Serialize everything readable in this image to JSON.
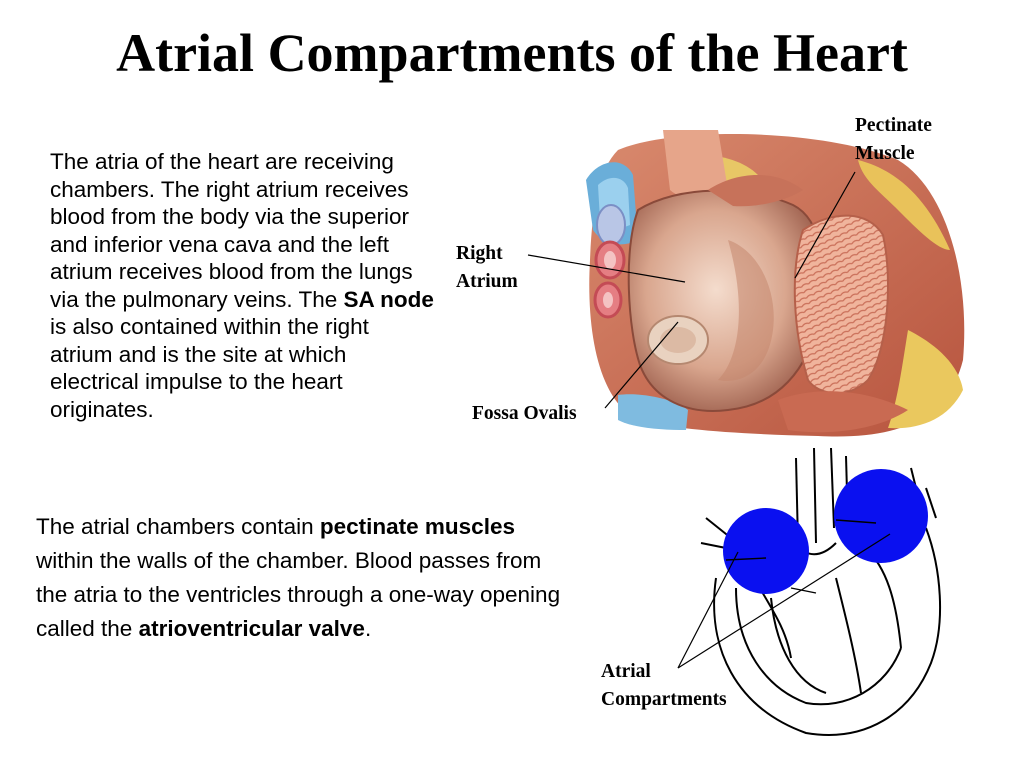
{
  "title": "Atrial Compartments of the Heart",
  "paragraph1": {
    "before": "The atria of the heart are receiving chambers. The right atrium receives blood from the body via the superior and inferior vena cava and the left atrium receives blood from the lungs via the pulmonary veins. The ",
    "bold": "SA node",
    "after": " is also contained within the right atrium and is the site at which electrical impulse to the heart originates."
  },
  "paragraph2": {
    "part1": "The atrial chambers contain ",
    "bold1": "pectinate muscles",
    "part2": " within the walls of the chamber. Blood passes from the atria to the ventricles through a one-way opening called the ",
    "bold2": "atrioventricular valve",
    "part3": "."
  },
  "labels": {
    "pectinate_line1": "Pectinate",
    "pectinate_line2": "Muscle",
    "right_line1": "Right",
    "right_line2": "Atrium",
    "fossa": "Fossa Ovalis",
    "atrial_line1": "Atrial",
    "atrial_line2": "Compartments"
  },
  "colors": {
    "atria_fill": "#0a10f0"
  }
}
